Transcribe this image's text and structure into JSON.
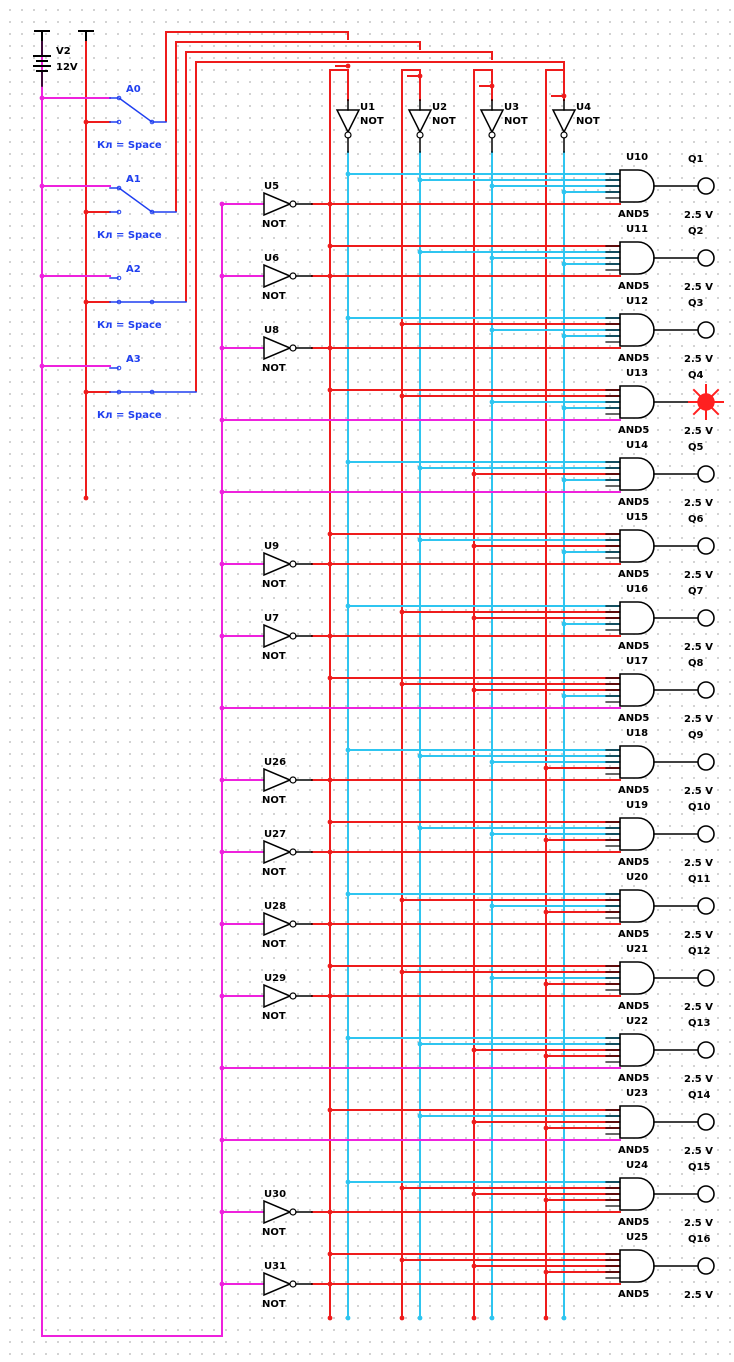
{
  "power": {
    "name": "V2",
    "voltage": "12V"
  },
  "switches": [
    {
      "name": "A0",
      "key": "Кл = Space"
    },
    {
      "name": "A1",
      "key": "Кл = Space"
    },
    {
      "name": "A2",
      "key": "Кл = Space"
    },
    {
      "name": "A3",
      "key": "Кл = Space"
    }
  ],
  "top_inverters": [
    {
      "name": "U1",
      "type": "NOT"
    },
    {
      "name": "U2",
      "type": "NOT"
    },
    {
      "name": "U3",
      "type": "NOT"
    },
    {
      "name": "U4",
      "type": "NOT"
    }
  ],
  "row_inverters": [
    {
      "row": 0,
      "name": "U5",
      "type": "NOT"
    },
    {
      "row": 1,
      "name": "U6",
      "type": "NOT"
    },
    {
      "row": 2,
      "name": "U8",
      "type": "NOT"
    },
    {
      "row": 5,
      "name": "U9",
      "type": "NOT"
    },
    {
      "row": 6,
      "name": "U7",
      "type": "NOT"
    },
    {
      "row": 8,
      "name": "U26",
      "type": "NOT"
    },
    {
      "row": 9,
      "name": "U27",
      "type": "NOT"
    },
    {
      "row": 10,
      "name": "U28",
      "type": "NOT"
    },
    {
      "row": 11,
      "name": "U29",
      "type": "NOT"
    },
    {
      "row": 14,
      "name": "U30",
      "type": "NOT"
    },
    {
      "row": 15,
      "name": "U31",
      "type": "NOT"
    }
  ],
  "gates": [
    {
      "name": "U10",
      "type": "AND5",
      "output": "Q1",
      "voltage": "2.5 V",
      "lit": false
    },
    {
      "name": "U11",
      "type": "AND5",
      "output": "Q2",
      "voltage": "2.5 V",
      "lit": false
    },
    {
      "name": "U12",
      "type": "AND5",
      "output": "Q3",
      "voltage": "2.5 V",
      "lit": false
    },
    {
      "name": "U13",
      "type": "AND5",
      "output": "Q4",
      "voltage": "2.5 V",
      "lit": true
    },
    {
      "name": "U14",
      "type": "AND5",
      "output": "Q5",
      "voltage": "2.5 V",
      "lit": false
    },
    {
      "name": "U15",
      "type": "AND5",
      "output": "Q6",
      "voltage": "2.5 V",
      "lit": false
    },
    {
      "name": "U16",
      "type": "AND5",
      "output": "Q7",
      "voltage": "2.5 V",
      "lit": false
    },
    {
      "name": "U17",
      "type": "AND5",
      "output": "Q8",
      "voltage": "2.5 V",
      "lit": false
    },
    {
      "name": "U18",
      "type": "AND5",
      "output": "Q9",
      "voltage": "2.5 V",
      "lit": false
    },
    {
      "name": "U19",
      "type": "AND5",
      "output": "Q10",
      "voltage": "2.5 V",
      "lit": false
    },
    {
      "name": "U20",
      "type": "AND5",
      "output": "Q11",
      "voltage": "2.5 V",
      "lit": false
    },
    {
      "name": "U21",
      "type": "AND5",
      "output": "Q12",
      "voltage": "2.5 V",
      "lit": false
    },
    {
      "name": "U22",
      "type": "AND5",
      "output": "Q13",
      "voltage": "2.5 V",
      "lit": false
    },
    {
      "name": "U23",
      "type": "AND5",
      "output": "Q14",
      "voltage": "2.5 V",
      "lit": false
    },
    {
      "name": "U24",
      "type": "AND5",
      "output": "Q15",
      "voltage": "2.5 V",
      "lit": false
    },
    {
      "name": "U25",
      "type": "AND5",
      "output": "Q16",
      "voltage": "2.5 V",
      "lit": false
    }
  ],
  "colors": {
    "red": "#ee1c1c",
    "cyan": "#2ec5f0",
    "magenta": "#ee22dd",
    "blue": "#1f3ff0",
    "black": "#000000",
    "lamp_on": "#ff2020"
  }
}
